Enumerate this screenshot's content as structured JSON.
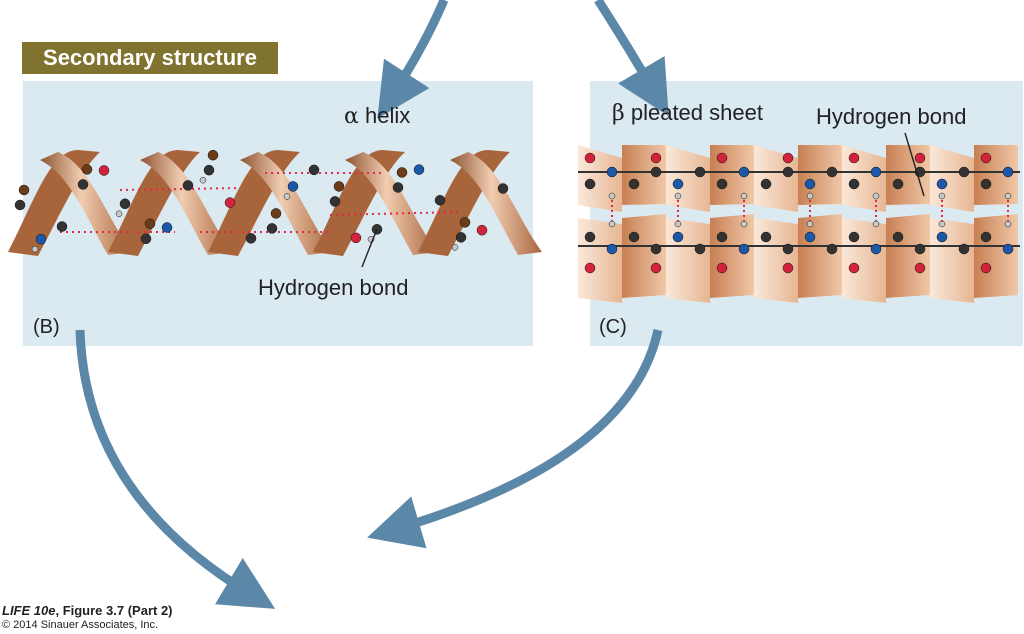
{
  "header": {
    "title": "Secondary structure"
  },
  "panel_b": {
    "letter": "(B)",
    "structure_greek": "α",
    "structure_label": "helix",
    "bond_label": "Hydrogen bond"
  },
  "panel_c": {
    "letter": "(C)",
    "structure_greek": "β",
    "structure_label": "pleated sheet",
    "bond_label": "Hydrogen bond"
  },
  "credit": {
    "book": "LIFE 10e",
    "figure": ", Figure 3.7 (Part 2)",
    "copyright": "© 2014 Sinauer Associates, Inc."
  },
  "colors": {
    "badge": "#80722f",
    "panel": "#dbe9f0",
    "arrow": "#5b87a8",
    "ribbon": "#c98a5f",
    "carbon": "#333333",
    "nitrogen": "#1c57a8",
    "oxygen": "#d2233c",
    "r_group": "#6b3b1a",
    "hydrogen": "#c8c8c8",
    "h_bond": "#e02a4a"
  }
}
